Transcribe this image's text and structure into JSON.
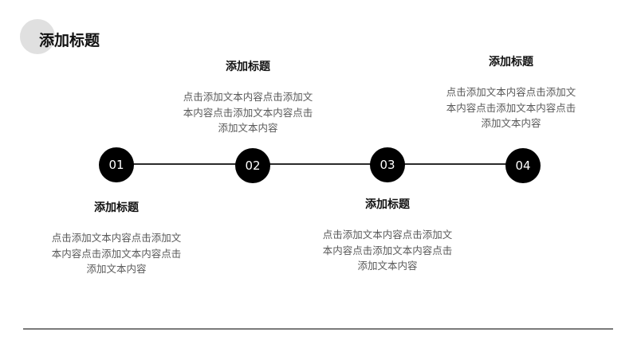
{
  "slide": {
    "title": "添加标题"
  },
  "timeline": {
    "nodes": [
      {
        "number": "01"
      },
      {
        "number": "02"
      },
      {
        "number": "03"
      },
      {
        "number": "04"
      }
    ]
  },
  "items": [
    {
      "heading": "添加标题",
      "body": "点击添加文本内容点击添加文本内容点击添加文本内容点击添加文本内容"
    },
    {
      "heading": "添加标题",
      "body": "点击添加文本内容点击添加文本内容点击添加文本内容点击添加文本内容"
    },
    {
      "heading": "添加标题",
      "body": "点击添加文本内容点击添加文本内容点击添加文本内容点击添加文本内容"
    },
    {
      "heading": "添加标题",
      "body": "点击添加文本内容点击添加文本内容点击添加文本内容点击添加文本内容"
    }
  ],
  "colors": {
    "node_fill": "#000000",
    "node_text": "#ffffff",
    "heading_text": "#111111",
    "body_text": "#595959",
    "title_decor": "#e0e0e0",
    "rule": "#7a7a7a"
  }
}
